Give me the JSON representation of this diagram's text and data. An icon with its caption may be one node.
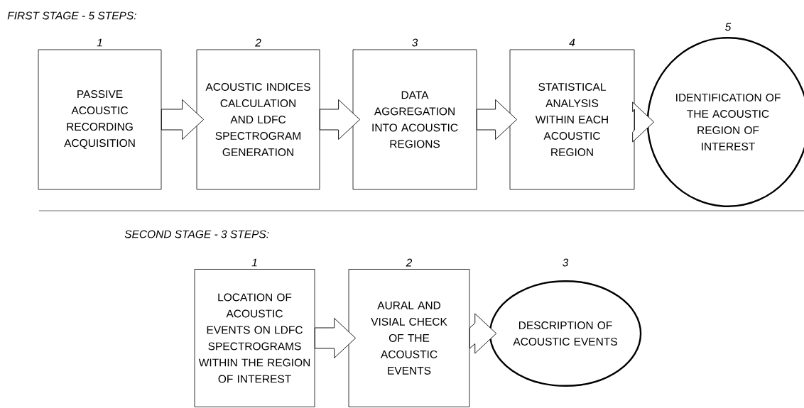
{
  "diagram": {
    "nodes": [
      {
        "text": [
          "PASSIVE ACOUSTIC RECORDING ACQUISITION"
        ],
        "beside": [
          "1"
        ]
      },
      {
        "text": [
          "ACOUSTIC INDICES CALCULATION AND LDFC SPECTROGRAM GENERATION"
        ],
        "beside": [
          "2"
        ]
      },
      {
        "text": [
          "DATA AGGREGATION INTO ACOUSTIC REGIONS"
        ],
        "beside": [
          "3"
        ]
      },
      {
        "text": [
          "STATISTICAL ANALYSIS WITHIN EACH ACOUSTIC REGION"
        ],
        "beside": [
          "4"
        ]
      },
      {
        "text": [
          "IDENTIFICATION OF THE ACOUSTIC REGION OF INTEREST"
        ],
        "beside": [
          "5"
        ]
      },
      {
        "text": [
          "LOCATION OF ACOUSTIC EVENTS ON LDFC SPECTROGRAMS WITHIN THE REGION OF INTEREST"
        ],
        "beside": [
          "1"
        ]
      },
      {
        "text": [
          "AURAL AND VISIAL CHECK OF THE ACOUSTIC EVENTS"
        ],
        "beside": [
          "2"
        ]
      },
      {
        "text": [
          "DESCRIPTION OF ACOUSTIC EVENTS"
        ],
        "beside": [
          "3"
        ]
      }
    ],
    "edges": [
      {
        "from": 0,
        "to": 1,
        "arrow": "to"
      },
      {
        "from": 1,
        "to": 2,
        "arrow": "to"
      },
      {
        "from": 2,
        "to": 3,
        "arrow": "to"
      },
      {
        "from": 3,
        "to": 4,
        "arrow": "to"
      },
      {
        "from": 5,
        "to": 6,
        "arrow": "to"
      },
      {
        "from": 6,
        "to": 7,
        "arrow": "to"
      }
    ],
    "labels": [
      "FIRST STAGE - 5 STEPS:",
      "SECOND STAGE - 3 STEPS:"
    ]
  }
}
